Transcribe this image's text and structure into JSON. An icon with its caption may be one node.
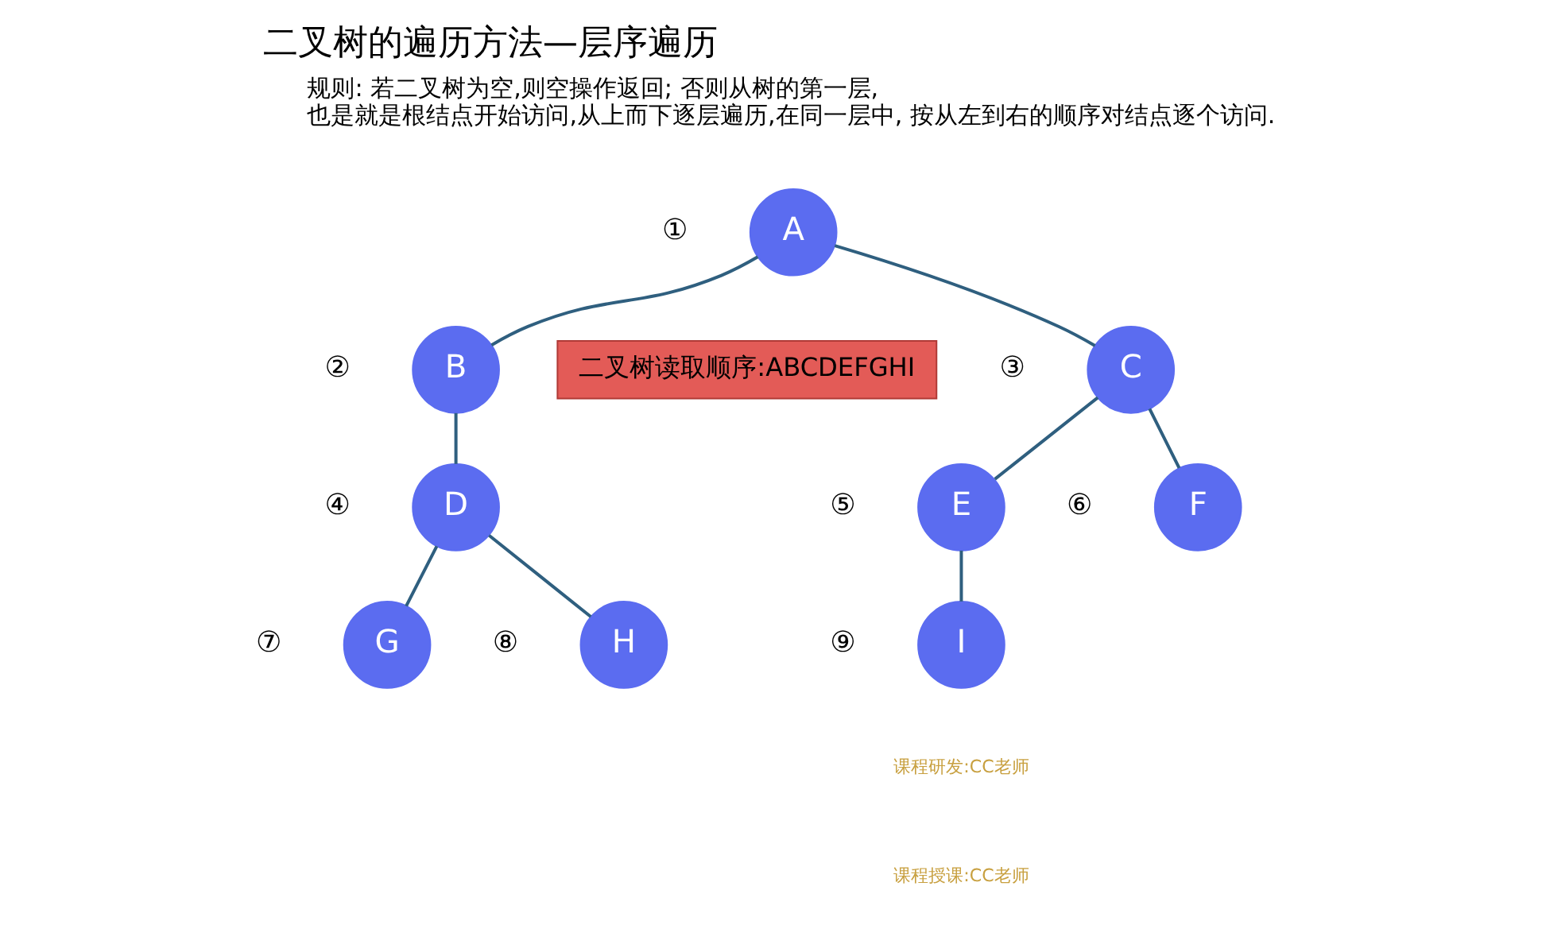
{
  "diagram": {
    "title": "二叉树的遍历方法—层序遍历",
    "nodes": [
      {
        "text": [
          "A"
        ],
        "beside": [
          "①"
        ]
      },
      {
        "text": [
          "B"
        ],
        "beside": [
          "②"
        ]
      },
      {
        "text": [
          "C"
        ],
        "beside": [
          "③"
        ]
      },
      {
        "text": [
          "D"
        ],
        "beside": [
          "④"
        ]
      },
      {
        "text": [
          "E"
        ],
        "beside": [
          "⑤"
        ]
      },
      {
        "text": [
          "F"
        ],
        "beside": [
          "⑥"
        ]
      },
      {
        "text": [
          "G"
        ],
        "beside": [
          "⑦"
        ]
      },
      {
        "text": [
          "H"
        ],
        "beside": [
          "⑧"
        ]
      },
      {
        "text": [
          "I"
        ],
        "beside": [
          "⑨"
        ]
      },
      {
        "text": [
          "二叉树读取顺序:ABCDEFGHI"
        ]
      }
    ],
    "edges": [
      {
        "from": 0,
        "to": 1,
        "arrow": "none"
      },
      {
        "from": 0,
        "to": 2,
        "arrow": "none"
      },
      {
        "from": 1,
        "to": 3,
        "arrow": "none"
      },
      {
        "from": 2,
        "to": 4,
        "arrow": "none"
      },
      {
        "from": 2,
        "to": 5,
        "arrow": "none"
      },
      {
        "from": 3,
        "to": 6,
        "arrow": "none"
      },
      {
        "from": 3,
        "to": 7,
        "arrow": "none"
      },
      {
        "from": 4,
        "to": 8,
        "arrow": "none"
      }
    ],
    "labels": [
      "规则: 若二叉树为空,则空操作返回; 否则从树的第一层,也是就是根结点开始访问,从上而下逐层遍历,在同一层中, 按从左到右的顺序对结点逐个访问.",
      "课程研发:CC老师",
      "课程授课:CC老师"
    ]
  }
}
